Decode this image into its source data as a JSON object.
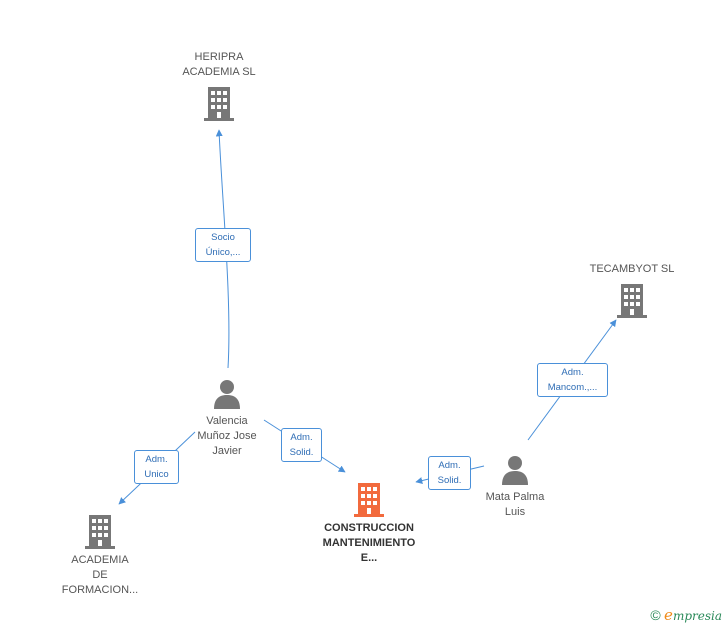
{
  "colors": {
    "edge": "#4a90d9",
    "company_icon": "#777777",
    "main_icon": "#f26a3d",
    "person_icon": "#777777",
    "brand_accent": "#f08c1a"
  },
  "nodes": {
    "heripra": {
      "label": "HERIPRA\nACADEMIA  SL",
      "icon": "building-icon"
    },
    "tecambyot": {
      "label": "TECAMBYOT SL",
      "icon": "building-icon"
    },
    "valencia": {
      "label": "Valencia\nMuñoz Jose\nJavier",
      "icon": "person-icon"
    },
    "mata": {
      "label": "Mata Palma\nLuis",
      "icon": "person-icon"
    },
    "academia": {
      "label": "ACADEMIA\nDE\nFORMACION...",
      "icon": "building-icon"
    },
    "construccion": {
      "label": "CONSTRUCCION\nMANTENIMIENTO\nE...",
      "icon": "building-icon"
    }
  },
  "edges": {
    "socio": {
      "label": "Socio\nÚnico,..."
    },
    "adm_unico": {
      "label": "Adm.\nUnico"
    },
    "adm_solid_1": {
      "label": "Adm.\nSolid."
    },
    "adm_solid_2": {
      "label": "Adm.\nSolid."
    },
    "adm_mancom": {
      "label": "Adm.\nMancom.,..."
    }
  },
  "brand": {
    "copyright": "©",
    "initial": "e",
    "name": "mpresia"
  }
}
